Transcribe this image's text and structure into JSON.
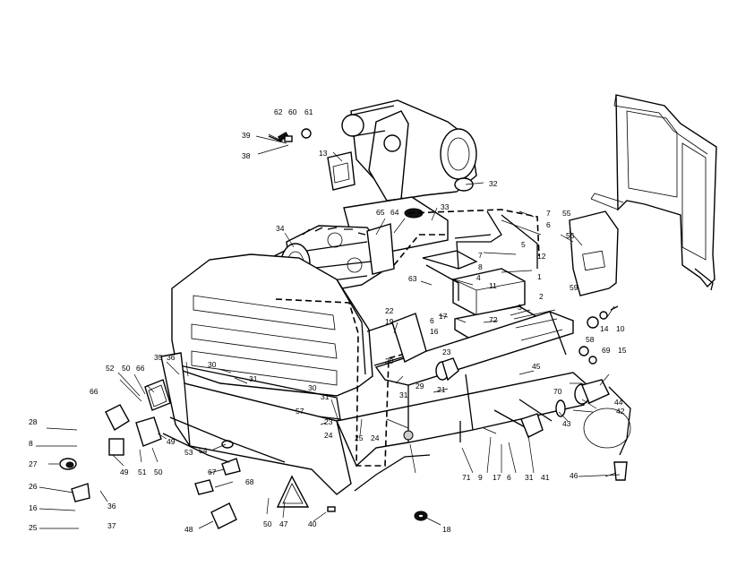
{
  "callouts": [
    "62",
    "60",
    "61",
    "39",
    "38",
    "13",
    "32",
    "33",
    "7",
    "6",
    "55",
    "56",
    "34",
    "65",
    "64",
    "7",
    "8",
    "4",
    "11",
    "12",
    "1",
    "3",
    "63",
    "22",
    "19",
    "17",
    "6",
    "16",
    "72",
    "2",
    "10",
    "58",
    "14",
    "69",
    "15",
    "23",
    "20",
    "31",
    "29",
    "21",
    "35",
    "36",
    "30",
    "31",
    "52",
    "50",
    "66",
    "45",
    "30",
    "31",
    "44",
    "70",
    "42",
    "43",
    "57",
    "23",
    "24",
    "25",
    "24",
    "66",
    "49",
    "28",
    "8",
    "54",
    "53",
    "49",
    "50",
    "51",
    "27",
    "67",
    "68",
    "71",
    "9",
    "17",
    "6",
    "31",
    "41",
    "46",
    "26",
    "36",
    "37",
    "16",
    "25",
    "48",
    "50",
    "47",
    "40",
    "18",
    "5",
    "59"
  ]
}
